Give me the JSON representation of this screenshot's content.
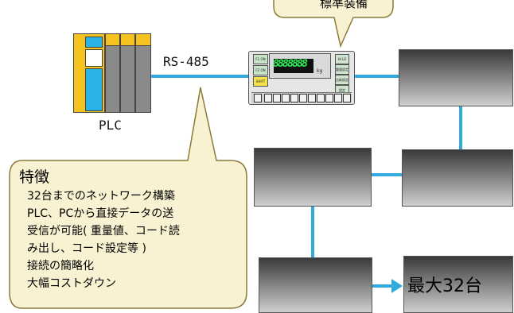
{
  "standard_callout": {
    "text": "標準装備"
  },
  "bus_label": "RS-485",
  "plc": {
    "label": "PLC"
  },
  "indicator": {
    "display": "8888888",
    "unit": "kg",
    "left_buttons": [
      "F1 ON",
      "F2 ON",
      "SHIFT"
    ],
    "right_buttons": [
      "HI LO",
      "重量設定",
      "比較設定",
      "設定 ENT"
    ]
  },
  "features": {
    "title": "特徴",
    "items": [
      "32台までのネットワーク構築",
      "PLC、PCから直接データの送",
      "受信が可能( 重量値、コード読",
      "み出し、コード設定等 )",
      "接続の簡略化",
      "大幅コストダウン"
    ]
  },
  "max_label": "最大32台",
  "colors": {
    "wire": "#33aadd",
    "callout_fill": "#f8f2d2",
    "callout_border": "#8c7a3a",
    "plc_yellow": "#f4c320",
    "plc_cyan": "#29b3e6",
    "plc_gray": "#8a8a8a"
  }
}
